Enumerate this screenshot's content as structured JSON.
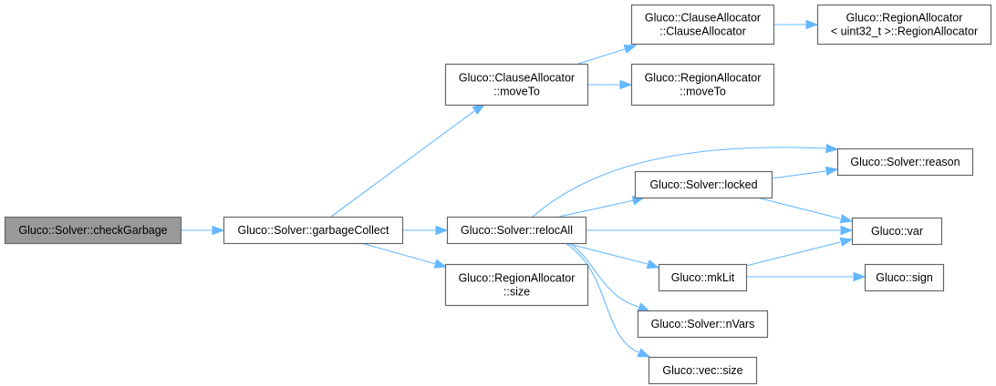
{
  "graph": {
    "title": "Call graph of Gluco::Solver::checkGarbage",
    "colors": {
      "edge": "#63b8ff",
      "node_border": "#666666",
      "root_fill": "#999999",
      "node_fill": "#ffffff"
    },
    "nodes": [
      {
        "id": "checkGarbage",
        "lines": [
          "Gluco::Solver::checkGarbage"
        ],
        "root": true
      },
      {
        "id": "garbageCollect",
        "lines": [
          "Gluco::Solver::garbageCollect"
        ]
      },
      {
        "id": "caMoveTo",
        "lines": [
          "Gluco::ClauseAllocator",
          "::moveTo"
        ]
      },
      {
        "id": "relocAll",
        "lines": [
          "Gluco::Solver::relocAll"
        ]
      },
      {
        "id": "raSize",
        "lines": [
          "Gluco::RegionAllocator",
          "::size"
        ]
      },
      {
        "id": "caCtor",
        "lines": [
          "Gluco::ClauseAllocator",
          "::ClauseAllocator"
        ]
      },
      {
        "id": "raMoveTo",
        "lines": [
          "Gluco::RegionAllocator",
          "::moveTo"
        ]
      },
      {
        "id": "raCtor",
        "lines": [
          "Gluco::RegionAllocator",
          "< uint32_t >::RegionAllocator"
        ]
      },
      {
        "id": "locked",
        "lines": [
          "Gluco::Solver::locked"
        ]
      },
      {
        "id": "reason",
        "lines": [
          "Gluco::Solver::reason"
        ]
      },
      {
        "id": "var",
        "lines": [
          "Gluco::var"
        ]
      },
      {
        "id": "mkLit",
        "lines": [
          "Gluco::mkLit"
        ]
      },
      {
        "id": "sign",
        "lines": [
          "Gluco::sign"
        ]
      },
      {
        "id": "nVars",
        "lines": [
          "Gluco::Solver::nVars"
        ]
      },
      {
        "id": "vecSize",
        "lines": [
          "Gluco::vec::size"
        ]
      }
    ],
    "edges": [
      {
        "from": "checkGarbage",
        "to": "garbageCollect"
      },
      {
        "from": "garbageCollect",
        "to": "caMoveTo"
      },
      {
        "from": "garbageCollect",
        "to": "relocAll"
      },
      {
        "from": "garbageCollect",
        "to": "raSize"
      },
      {
        "from": "caMoveTo",
        "to": "caCtor"
      },
      {
        "from": "caMoveTo",
        "to": "raMoveTo"
      },
      {
        "from": "caCtor",
        "to": "raCtor"
      },
      {
        "from": "relocAll",
        "to": "reason"
      },
      {
        "from": "relocAll",
        "to": "locked"
      },
      {
        "from": "relocAll",
        "to": "var"
      },
      {
        "from": "relocAll",
        "to": "mkLit"
      },
      {
        "from": "relocAll",
        "to": "nVars"
      },
      {
        "from": "relocAll",
        "to": "vecSize"
      },
      {
        "from": "locked",
        "to": "reason"
      },
      {
        "from": "locked",
        "to": "var"
      },
      {
        "from": "mkLit",
        "to": "var"
      },
      {
        "from": "mkLit",
        "to": "sign"
      }
    ]
  }
}
